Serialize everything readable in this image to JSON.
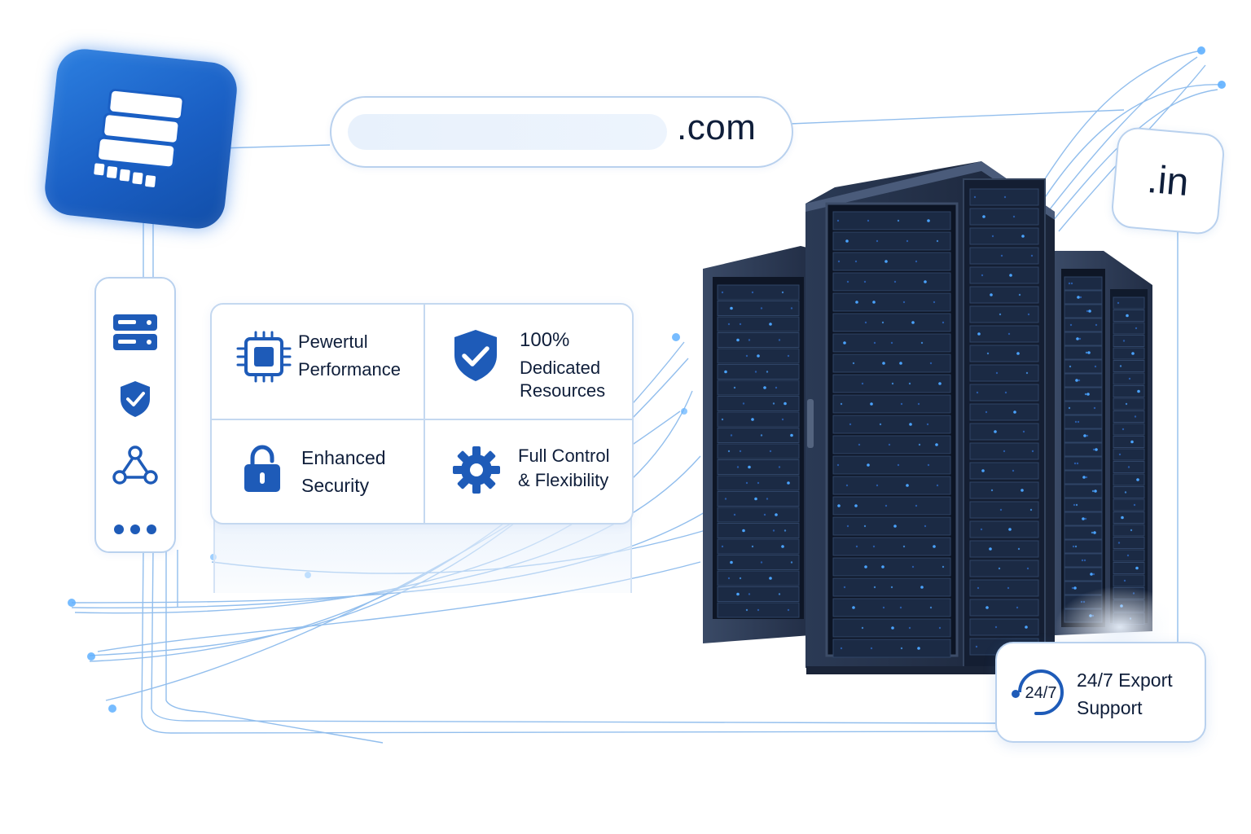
{
  "domain_bar": {
    "tld": ".com"
  },
  "in_badge": {
    "label": ".in"
  },
  "side_nav": {
    "items": [
      {
        "icon": "server-rack-icon"
      },
      {
        "icon": "shield-check-icon"
      },
      {
        "icon": "network-nodes-icon"
      },
      {
        "icon": "more-dots-icon"
      }
    ]
  },
  "features": [
    {
      "icon": "cpu-chip-icon",
      "line1": "Pewertul",
      "line2": "Performance"
    },
    {
      "icon": "shield-check-icon",
      "line1": "100%",
      "line2": "Dedicated",
      "line3": "Resources"
    },
    {
      "icon": "padlock-icon",
      "line1": "Enhanced",
      "line2": "Security"
    },
    {
      "icon": "gear-icon",
      "line1": "Full Control",
      "line2": "& Flexibility"
    }
  ],
  "support": {
    "badge_text": "24/7",
    "line1": "24/7 Export",
    "line2": "Support"
  },
  "colors": {
    "accent": "#1a5fc4",
    "icon_blue": "#1e5bb8",
    "border": "#b9d1ee",
    "glow": "#3f9bff"
  }
}
